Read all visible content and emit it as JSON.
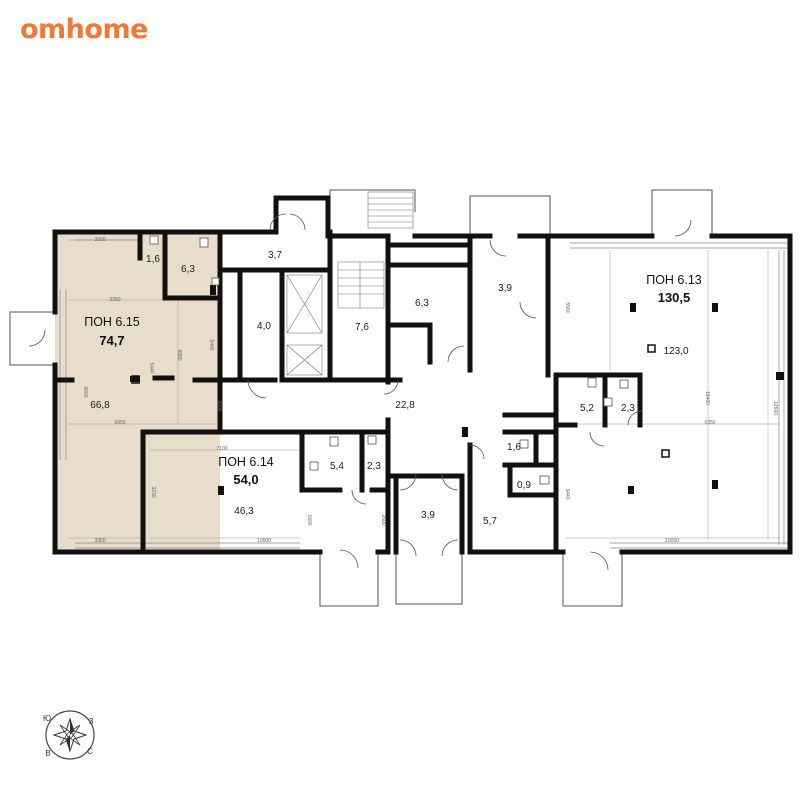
{
  "brand": {
    "logo_text": "omhome",
    "color": "#ee7a3a"
  },
  "highlight_color": "#e8dccb",
  "units": [
    {
      "id": "u615",
      "name": "ПОН 6.15",
      "area": "74,7"
    },
    {
      "id": "u614",
      "name": "ПОН 6.14",
      "area": "54,0"
    },
    {
      "id": "u613",
      "name": "ПОН 6.13",
      "area": "130,5"
    }
  ],
  "rooms": [
    "1,6",
    "6,3",
    "66,8",
    "3,7",
    "4,0",
    "6,3",
    "7,6",
    "3,9",
    "22,8",
    "5,4",
    "2,3",
    "46,3",
    "3,9",
    "1,6",
    "0,9",
    "5,7",
    "123,0",
    "5,2",
    "2,3"
  ],
  "dimensions": {
    "d3300": "3300",
    "d3350a": "3350",
    "d6950": "6950",
    "d3350b": "3350",
    "d7100": "7100",
    "d10600": "10600",
    "d6350": "6350",
    "d10050": "10050",
    "v6880": "6880",
    "v5440a": "5440",
    "v2000": "2000",
    "v5440b": "5440",
    "v5650": "5650",
    "v3230": "3230",
    "v1600": "1600",
    "v2600": "2600",
    "v5560": "5560",
    "v10400": "16400",
    "v12660": "12660",
    "v3440": "3440",
    "v9660": "9660"
  },
  "compass": {
    "north": "З",
    "south": "В",
    "west": "Ю",
    "east": "С"
  }
}
